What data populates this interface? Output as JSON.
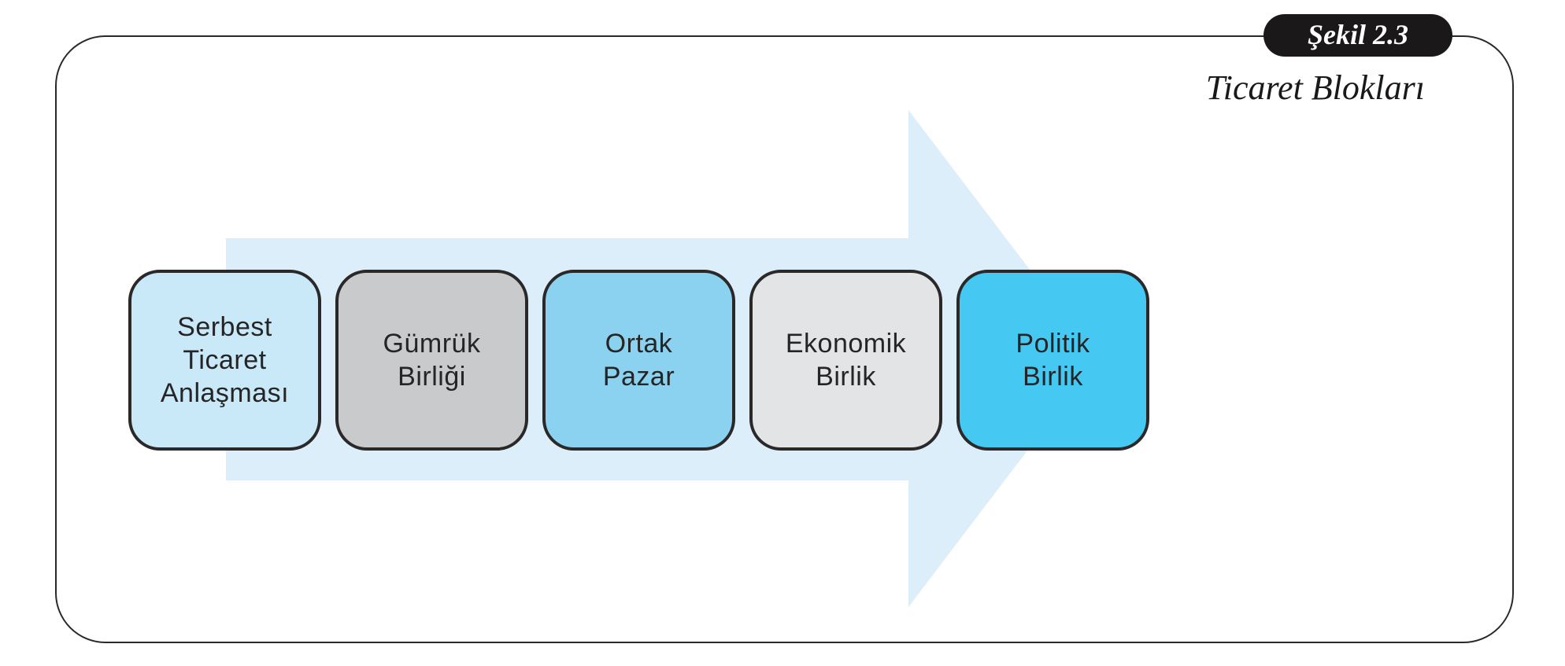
{
  "figure": {
    "badge_label": "Şekil 2.3",
    "title": "Ticaret Blokları"
  },
  "diagram": {
    "description": "Five stages of trade blocs shown left to right on a large right-pointing arrow",
    "arrow": {
      "direction": "right",
      "color": "#dceefa"
    },
    "frame_border_color": "#2b2829",
    "box_border_color": "#2b2829",
    "text_color": "#262526",
    "stages": [
      {
        "label": "Serbest Ticaret Anlaşması",
        "lines": [
          "Serbest",
          "Ticaret",
          "Anlaşması"
        ],
        "fill": "#c9e8f8"
      },
      {
        "label": "Gümrük Birliği",
        "lines": [
          "Gümrük",
          "Birliği"
        ],
        "fill": "#c9cacb"
      },
      {
        "label": "Ortak Pazar",
        "lines": [
          "Ortak",
          "Pazar"
        ],
        "fill": "#8bd2f1"
      },
      {
        "label": "Ekonomik Birlik",
        "lines": [
          "Ekonomik",
          "Birlik"
        ],
        "fill": "#e3e4e6"
      },
      {
        "label": "Politik Birlik",
        "lines": [
          "Politik",
          "Birlik"
        ],
        "fill": "#45c8f1"
      }
    ]
  }
}
